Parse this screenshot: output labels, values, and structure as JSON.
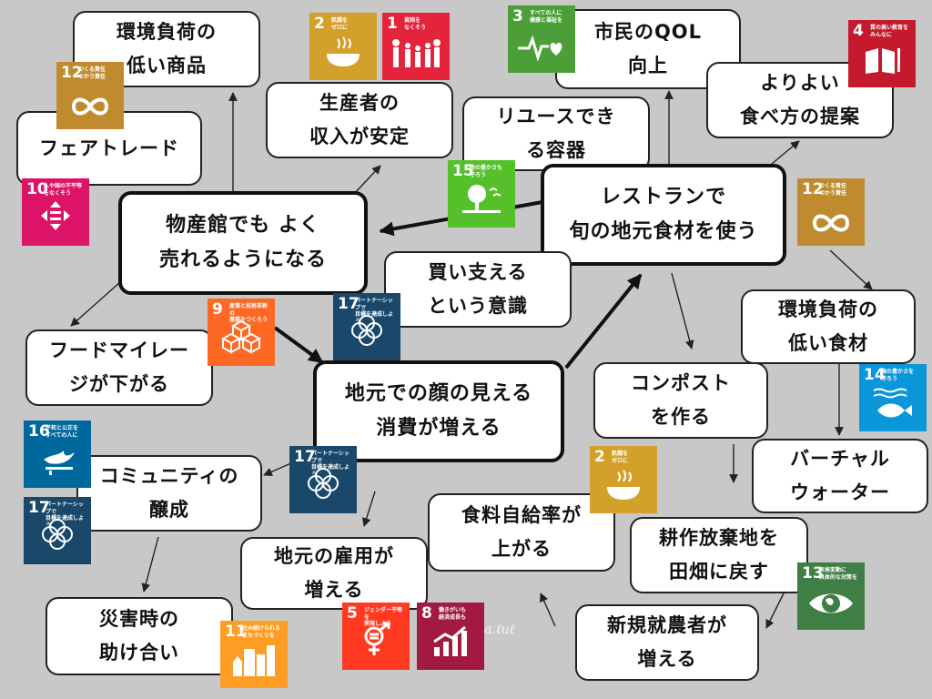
{
  "colors": {
    "background": "#c8c8c8",
    "box_fill": "#ffffff",
    "box_border": "#222222",
    "arrow": "#222222"
  },
  "boxes": {
    "low_impact_products": "環境負荷の\n低い商品",
    "fair_trade": "フェアトレード",
    "producer_income": "生産者の\n収入が安定",
    "reusable_containers": "リユースでき\nる容器",
    "citizen_qol": "市民のQOL\n向上",
    "better_eating": "よりよい\n食べ方の提案",
    "sells_well": "物産館でも よく\n売れるようになる",
    "restaurant_local": "レストランで\n旬の地元食材を使う",
    "support_mindset": "買い支える\nという意識",
    "food_mileage": "フードマイレー\nジが下がる",
    "face_to_face": "地元での顔の見える\n消費が増える",
    "compost": "コンポスト\nを作る",
    "low_impact_food": "環境負荷の\n低い食材",
    "virtual_water": "バーチャル\nウォーター",
    "community": "コミュニティの\n醸成",
    "self_sufficiency": "食料自給率が\n上がる",
    "farmland": "耕作放棄地を\n田畑に戻す",
    "local_employment": "地元の雇用が\n増える",
    "new_farmers": "新規就農者が\n増える",
    "disaster_help": "災害時の\n助け合い"
  },
  "sdg_icons": [
    {
      "id": "sdg-12-a",
      "number": "12",
      "label": "つくる責任\nつかう責任",
      "color": "#BF8B2E",
      "icon": "infinity-icon"
    },
    {
      "id": "sdg-10",
      "number": "10",
      "label": "人や国の不平等\nをなくそう",
      "color": "#DD1367",
      "icon": "equality-icon"
    },
    {
      "id": "sdg-2-a",
      "number": "2",
      "label": "飢餓を\nゼロに",
      "color": "#D3A029",
      "icon": "bowl-icon"
    },
    {
      "id": "sdg-1",
      "number": "1",
      "label": "貧困を\nなくそう",
      "color": "#E5243B",
      "icon": "family-icon"
    },
    {
      "id": "sdg-3",
      "number": "3",
      "label": "すべての人に\n健康と福祉を",
      "color": "#4C9F38",
      "icon": "heartbeat-icon"
    },
    {
      "id": "sdg-4",
      "number": "4",
      "label": "質の高い教育を\nみんなに",
      "color": "#C5192D",
      "icon": "book-icon"
    },
    {
      "id": "sdg-15",
      "number": "15",
      "label": "陸の豊かさも\n守ろう",
      "color": "#56C02B",
      "icon": "tree-icon"
    },
    {
      "id": "sdg-12-b",
      "number": "12",
      "label": "つくる責任\nつかう責任",
      "color": "#BF8B2E",
      "icon": "infinity-icon"
    },
    {
      "id": "sdg-9",
      "number": "9",
      "label": "産業と技術革新の\n基盤をつくろう",
      "color": "#FD6925",
      "icon": "cubes-icon"
    },
    {
      "id": "sdg-17-a",
      "number": "17",
      "label": "パートナーシップで\n目標を達成しよう",
      "color": "#19486A",
      "icon": "rings-icon"
    },
    {
      "id": "sdg-14",
      "number": "14",
      "label": "海の豊かさを\n守ろう",
      "color": "#0A97D9",
      "icon": "fish-icon"
    },
    {
      "id": "sdg-16",
      "number": "16",
      "label": "平和と公正を\nすべての人に",
      "color": "#00689D",
      "icon": "dove-icon"
    },
    {
      "id": "sdg-17-b",
      "number": "17",
      "label": "パートナーシップで\n目標を達成しよう",
      "color": "#19486A",
      "icon": "rings-icon"
    },
    {
      "id": "sdg-17-c",
      "number": "17",
      "label": "パートナーシップで\n目標を達成しよう",
      "color": "#19486A",
      "icon": "rings-icon"
    },
    {
      "id": "sdg-2-b",
      "number": "2",
      "label": "飢餓を\nゼロに",
      "color": "#D3A029",
      "icon": "bowl-icon"
    },
    {
      "id": "sdg-13",
      "number": "13",
      "label": "気候変動に\n具体的な対策を",
      "color": "#3F7E44",
      "icon": "eye-globe-icon"
    },
    {
      "id": "sdg-5",
      "number": "5",
      "label": "ジェンダー平等を\n実現しよう",
      "color": "#FF3A21",
      "icon": "gender-icon"
    },
    {
      "id": "sdg-8",
      "number": "8",
      "label": "働きがいも\n経済成長も",
      "color": "#A21942",
      "icon": "growth-chart-icon"
    },
    {
      "id": "sdg-11",
      "number": "11",
      "label": "住み続けられる\nまちづくりを",
      "color": "#FD9D24",
      "icon": "buildings-icon"
    }
  ]
}
